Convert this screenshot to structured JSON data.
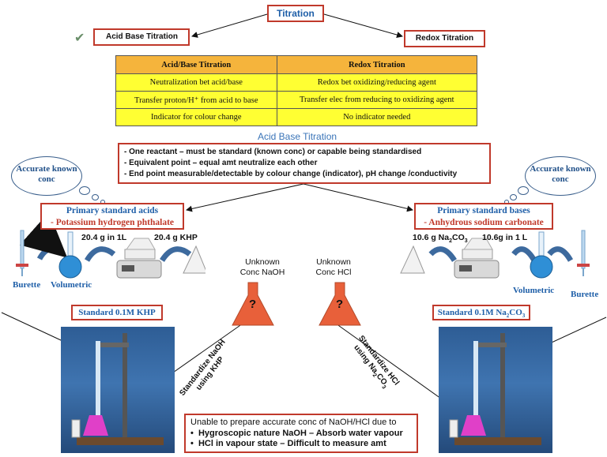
{
  "title": "Titration",
  "branches": {
    "left": "Acid Base Titration",
    "right": "Redox Titration"
  },
  "icons": {
    "check": "checkmark-icon"
  },
  "comparison_table": {
    "headers": [
      "Acid/Base Titration",
      "Redox Titration"
    ],
    "rows": [
      [
        "Neutralization bet acid/base",
        "Redox bet oxidizing/reducing agent"
      ],
      [
        "Transfer proton/H⁺ from acid to base",
        "Transfer elec from reducing to oxidizing agent"
      ],
      [
        "Indicator for colour change",
        "No indicator needed"
      ]
    ]
  },
  "section_title": "Acid Base Titration",
  "criteria": [
    "- One reactant – must be standard (known conc) or capable being standardised",
    "- Equivalent point – equal amt neutralize each other",
    "- End point measurable/detectable by colour change (indicator), pH change /conductivity"
  ],
  "clouds": {
    "left": "Accurate known conc",
    "right": "Accurate known conc"
  },
  "primary_acids": {
    "title": "Primary standard acids",
    "subtitle": "- Potassium hydrogen phthalate"
  },
  "primary_bases": {
    "title": "Primary standard bases",
    "subtitle": "- Anhydrous sodium carbonate"
  },
  "left_labels": {
    "burette": "Burette",
    "volumetric": "Volumetric",
    "mass_1l": "20.4 g in 1L",
    "mass_khp": "20.4 g KHP"
  },
  "right_labels": {
    "mass_na": "10.6 g Na",
    "mass_na_sub1": "2",
    "mass_na_co": "CO",
    "mass_na_sub2": "3",
    "mass_1l": "10.6g in 1 L",
    "volumetric": "Volumetric",
    "burette": "Burette"
  },
  "unknowns": {
    "naoh": "Unknown Conc NaOH",
    "hcl": "Unknown Conc HCl"
  },
  "standards": {
    "left": "Standard 0.1M KHP",
    "right_prefix": "Standard 0.1M Na",
    "right_sub1": "2",
    "right_mid": "CO",
    "right_sub2": "3"
  },
  "standardize": {
    "left_line1": "Standardize NaOH",
    "left_line2": "using KHP",
    "right_line1": "Standardize HCl",
    "right_line2_prefix": "using Na",
    "right_sub1": "2",
    "right_mid": "CO",
    "right_sub2": "3"
  },
  "bottom_note": {
    "heading": "Unable to prepare accurate conc of NaOH/HCl due to",
    "bullets": [
      "Hygroscopic nature NaOH – Absorb water vapour",
      "HCl in vapour state – Difficult to measure amt"
    ]
  },
  "flask_mark": "?",
  "colors": {
    "red_border": "#c0392b",
    "blue_text": "#1f5fa8",
    "table_header": "#f5b43c",
    "table_cell": "#ffff33",
    "flask": "#e8603a",
    "volumetric_blue": "#2f8fd6",
    "photo_blue": "#3f74b0"
  }
}
